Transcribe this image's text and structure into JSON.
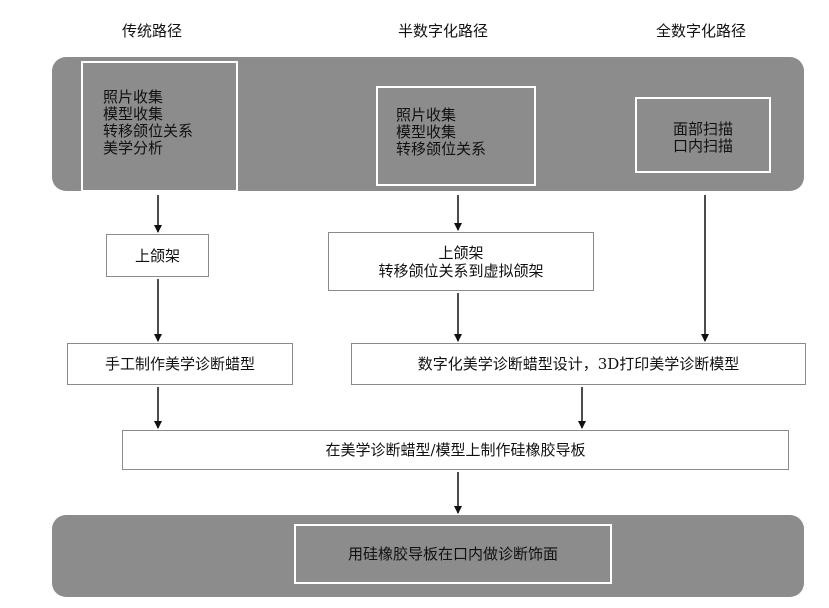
{
  "columns": {
    "traditional": "传统路径",
    "semi_digital": "半数字化路径",
    "full_digital": "全数字化路径"
  },
  "top_band": {
    "traditional_items": [
      "照片收集",
      "模型收集",
      "转移颌位关系",
      "美学分析"
    ],
    "semi_digital_items": [
      "照片收集",
      "模型收集",
      "转移颌位关系"
    ],
    "full_digital_items": [
      "面部扫描",
      "口内扫描"
    ]
  },
  "steps": {
    "articulator_traditional": "上颌架",
    "articulator_semi": [
      "上颌架",
      "转移颌位关系到虚拟颌架"
    ],
    "manual_wax": "手工制作美学诊断蜡型",
    "digital_wax": "数字化美学诊断蜡型设计，3D打印美学诊断模型",
    "silicone_guide": "在美学诊断蜡型/模型上制作硅橡胶导板",
    "final": "用硅橡胶导板在口内做诊断饰面"
  }
}
